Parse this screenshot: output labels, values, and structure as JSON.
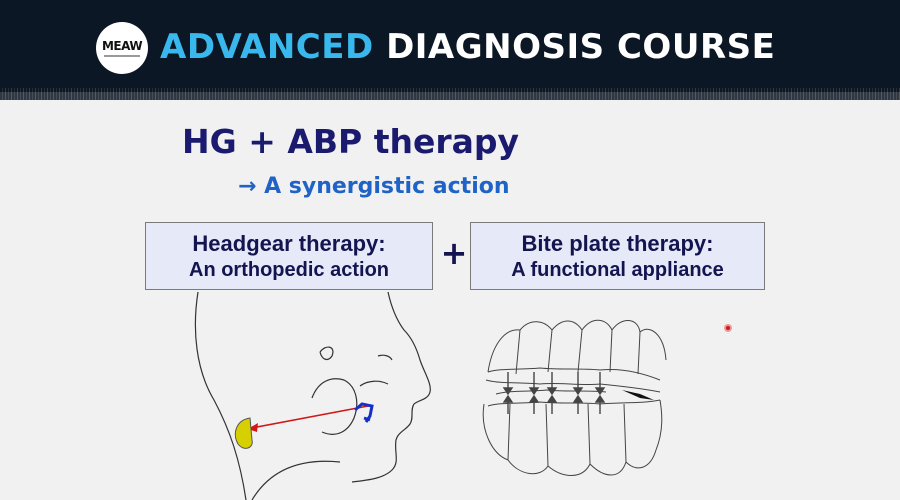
{
  "header": {
    "logo_text": "MEAW",
    "title_accent": "ADVANCED",
    "title_rest": "DIAGNOSIS COURSE"
  },
  "slide": {
    "headline": "HG + ABP therapy",
    "subline": "→ A synergistic action",
    "left_box": {
      "line1": "Headgear therapy:",
      "line2": "An orthopedic action"
    },
    "plus": "+",
    "right_box": {
      "line1": "Bite plate therapy:",
      "line2": "A functional appliance"
    }
  },
  "colors": {
    "header_bg": "#0c1725",
    "accent": "#38b8ec",
    "headline": "#1a1a6e",
    "subline": "#1f63c6",
    "box_fill": "#e6e9f7",
    "force_arrow": "#d01818",
    "appliance": "#1530c8",
    "cervical_pad": "#d8d000",
    "laser_dot": "#d01818"
  },
  "icons": [
    "logo-badge",
    "right-arrow",
    "plus-sign",
    "force-arrow-icon",
    "laser-pointer-dot"
  ]
}
